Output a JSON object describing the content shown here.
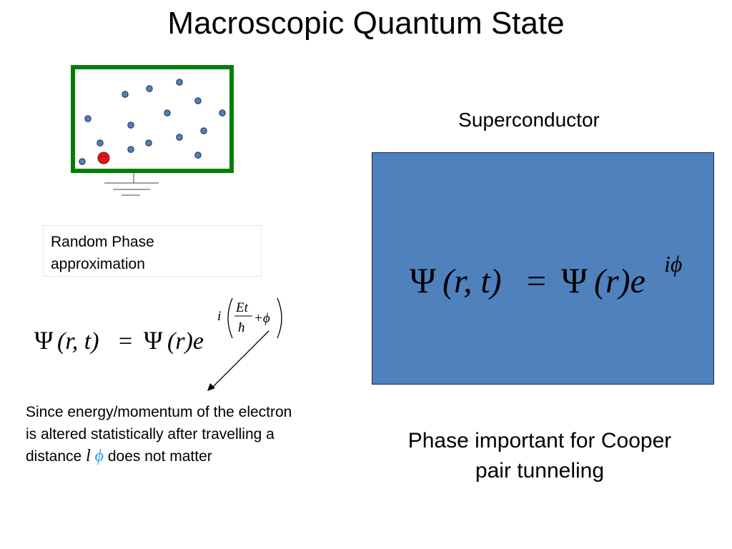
{
  "title": "Macroscopic Quantum State",
  "random_phase_box": {
    "line1": "Random Phase",
    "line2": "approximation"
  },
  "left_equation": {
    "lhs_psi": "Ψ",
    "lhs_args": "(r, t)",
    "equals": "=",
    "rhs_psi": "Ψ",
    "rhs_args": "(r)e",
    "exp_i": "i",
    "exp_num": "Et",
    "exp_den": "ħ",
    "exp_plus_phi": "+ϕ"
  },
  "explanation": {
    "text_before": "Since energy/momentum of the electron is altered statistically after travelling a distance ",
    "var_l": "l",
    "var_phi": "ϕ",
    "text_after": " does not matter"
  },
  "superconductor": {
    "label": "Superconductor",
    "equation": {
      "lhs_psi": "Ψ",
      "lhs_args": "(r, t)",
      "equals": "=",
      "rhs_psi": "Ψ",
      "rhs_args": "(r)e",
      "exp": "iϕ"
    },
    "box_color": "#4f81bd"
  },
  "phase_note": {
    "line1": "Phase important for Cooper",
    "line2": "pair tunneling"
  },
  "colors": {
    "box_border": "#008000",
    "particle": "#4f81bd",
    "electron": "#e8141a",
    "phi_highlight": "#1f9fe0"
  }
}
